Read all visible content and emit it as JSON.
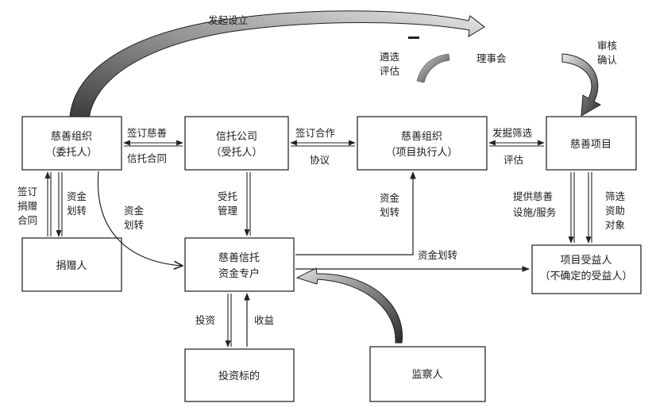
{
  "nodes": {
    "donor_org": {
      "line1": "慈善组织",
      "line2": "（委托人）"
    },
    "trust_co": {
      "line1": "信托公司",
      "line2": "（受托人）"
    },
    "exec_org": {
      "line1": "慈善组织",
      "line2": "（项目执行人）"
    },
    "project": {
      "line1": "慈善项目"
    },
    "donor": {
      "line1": "捐赠人"
    },
    "trust_account": {
      "line1": "慈善信托",
      "line2": "资金专户"
    },
    "beneficiary": {
      "line1": "项目受益人",
      "line2": "（不确定的受益人）"
    },
    "investment": {
      "line1": "投资标的"
    },
    "supervisor": {
      "line1": "监察人"
    },
    "council": {
      "line1": "理事会"
    }
  },
  "labels": {
    "initiate": "发起设立",
    "select_eval": [
      "遴选",
      "评估"
    ],
    "review_confirm": [
      "审核",
      "确认"
    ],
    "sign_charity": "签订慈善",
    "trust_contract": "信托合同",
    "sign_coop": "签订合作",
    "agreement": "协议",
    "discover_screen": "发掘筛选",
    "evaluate": "评估",
    "sign_donation": [
      "签订",
      "捐赠",
      "合同"
    ],
    "fund_transfer_left": [
      "资金",
      "划转"
    ],
    "fund_transfer_diag": [
      "资金",
      "划转"
    ],
    "entrust_manage": [
      "受托",
      "管理"
    ],
    "fund_transfer_up": [
      "资金",
      "划转"
    ],
    "fund_transfer_right": "资金划转",
    "provide_service": [
      "提供慈善",
      "设施/服务"
    ],
    "screen_fund": [
      "筛选",
      "资助",
      "对象"
    ],
    "invest": "投资",
    "income": "收益"
  }
}
